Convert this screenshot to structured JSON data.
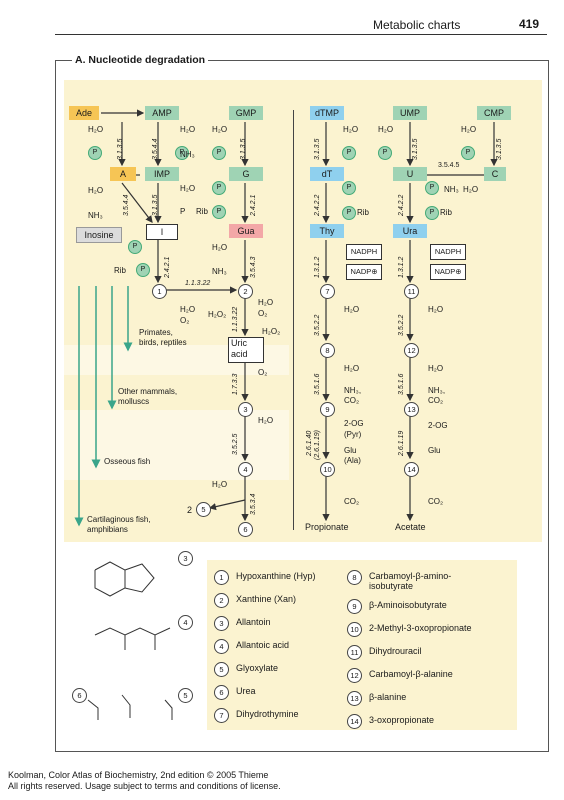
{
  "header": {
    "title": "Metabolic charts",
    "page": "419"
  },
  "section_title": "A. Nucleotide degradation",
  "boxes": {
    "ade": "Ade",
    "amp": "AMP",
    "gmp": "GMP",
    "a": "A",
    "imp": "IMP",
    "g": "G",
    "i": "I",
    "gua": "Gua",
    "inosine": "Inosine",
    "dtmp": "dTMP",
    "ump": "UMP",
    "cmp": "CMP",
    "dt": "dT",
    "u": "U",
    "c": "C",
    "thy": "Thy",
    "ura": "Ura",
    "uric1": "Uric",
    "uric2": "acid",
    "nadph1": "NADPH",
    "nadp1": "NADP⊕",
    "nadph2": "NADPH",
    "nadp2": "NADP⊕"
  },
  "ec": {
    "e1": "3.1.3.5",
    "e2": "3.5.4.4",
    "e3": "3.1.3.5",
    "e4": "3.5.4.4",
    "e5": "3.1.3.5",
    "e6": "2.4.2.1",
    "e7": "2.4.2.1",
    "e8": "3.5.4.3",
    "e9": "1.1.3.22",
    "e10": "1.1.3.22",
    "e11": "1.7.3.3",
    "e12": "3.5.2.5",
    "e13": "3.5.3.4",
    "e14": "3.1.3.5",
    "e15": "3.1.3.5",
    "e16": "3.1.3.5",
    "e17": "3.5.4.5",
    "e18": "2.4.2.2",
    "e19": "2.4.2.2",
    "e20": "1.3.1.2",
    "e21": "1.3.1.2",
    "e22": "3.5.2.2",
    "e23": "3.5.2.2",
    "e24": "3.5.1.6",
    "e25": "3.5.1.6",
    "e26": "2.6.1.40",
    "e27": "(2.6.1.19)",
    "e28": "2.6.1.19"
  },
  "labels": {
    "h2o": "H₂O",
    "nh3": "NH₃",
    "p": "P",
    "rib": "Rib",
    "o2": "O₂",
    "h2o2": "H₂O₂",
    "nh3co2": "NH₃,",
    "co2": "CO₂",
    "oxog": "2-OG",
    "pyr": "(Pyr)",
    "glu": "Glu",
    "ala": "(Ala)",
    "h2o_o2a": "H₂O",
    "h2o_o2b": "O₂",
    "primates": "Primates,",
    "primates2": "birds, reptiles",
    "mammals": "Other mammals,",
    "mammals2": "molluscs",
    "osseous": "Osseous fish",
    "cart": "Cartilaginous fish,",
    "cart2": "amphibians",
    "propionate": "Propionate",
    "acetate": "Acetate",
    "two": "2",
    "five": "5"
  },
  "legend": [
    {
      "n": "1",
      "text": "Hypoxanthine (Hyp)"
    },
    {
      "n": "2",
      "text": "Xanthine (Xan)"
    },
    {
      "n": "3",
      "text": "Allantoin"
    },
    {
      "n": "4",
      "text": "Allantoic acid"
    },
    {
      "n": "5",
      "text": "Glyoxylate"
    },
    {
      "n": "6",
      "text": "Urea"
    },
    {
      "n": "7",
      "text": "Dihydrothymine"
    },
    {
      "n": "8",
      "text": "Carbamoyl-β-amino-",
      "text2": "isobutyrate"
    },
    {
      "n": "9",
      "text": "β-Aminoisobutyrate"
    },
    {
      "n": "10",
      "text": "2-Methyl-3-oxopropionate"
    },
    {
      "n": "11",
      "text": "Dihydrouracil"
    },
    {
      "n": "12",
      "text": "Carbamoyl-β-alanine"
    },
    {
      "n": "13",
      "text": "β-alanine"
    },
    {
      "n": "14",
      "text": "3-oxopropionate"
    }
  ],
  "footer": {
    "line1": "Koolman, Color Atlas of Biochemistry, 2nd edition © 2005 Thieme",
    "line2": "All rights reserved. Usage subject to terms and conditions of license."
  },
  "colors": {
    "panel": "#fbf3d0",
    "green": "#9fd3b4",
    "orange": "#f6c555",
    "blue": "#8fd0ee",
    "pink": "#f3a7a7",
    "teal_arrow": "#3aa58a"
  }
}
